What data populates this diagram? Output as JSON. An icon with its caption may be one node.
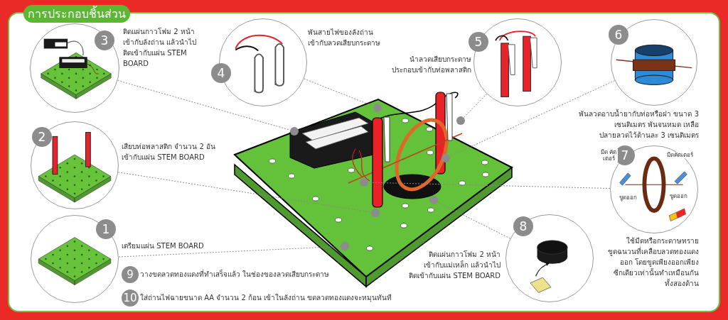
{
  "diagram": {
    "title": "การประกอบชิ้นส่วน",
    "nodes": [
      {
        "text": [
          "1"
        ],
        "beside": [
          "เตรียมแผ่น STEM BOARD"
        ]
      },
      {
        "text": [
          "2"
        ],
        "beside": [
          "เสียบท่อพลาสติก จำนวน 2 อัน เข้ากับแผ่น STEM BOARD"
        ]
      },
      {
        "text": [
          "3"
        ],
        "beside": [
          "ติดแผ่นกาวโฟม 2 หน้า เข้ากับลังถ่าน แล้วนำไป ติดเข้ากับแผ่น STEM BOARD"
        ]
      },
      {
        "text": [
          "4"
        ],
        "beside": [
          "พันสายไฟของลังถ่าน เข้ากับลวดเสียบกระดาษ"
        ]
      },
      {
        "text": [
          "5"
        ],
        "beside": [
          "นำลวดเสียบกระดาษ ประกอบเข้ากับท่อพลาสติก"
        ]
      },
      {
        "text": [
          "6"
        ],
        "beside": [
          "พันลวดอาบน้ำยากับท่อหรือฝา ขนาด 3 เซนติเมตร พันจนหมด เหลือ ปลายลวดไว้ด้านละ 3 เซนติเมตร"
        ]
      },
      {
        "text": [
          "7"
        ],
        "beside": [
          "ใช้มีดหรือกระดาษทราย ขูดฉนวนที่เคลือบลวดทองแดง ออก โดยขูดเพียงออกเพียง ซีกเดียวเท่านั้นทำเหมือนกัน ทั้งสองด้าน"
        ]
      },
      {
        "text": [
          "8"
        ],
        "beside": [
          "ติดแผ่นกาวโฟม 2 หน้า เข้ากับแม่เหล็ก แล้วนำไป ติดเข้ากับแผ่น STEM BOARD"
        ]
      },
      {
        "text": [
          "9"
        ],
        "beside": [
          "วางขดลวดทองแดงที่ทำเสร็จแล้ว ในช่องของลวดเสียบกระดาษ"
        ]
      },
      {
        "text": [
          "10"
        ],
        "beside": [
          "ใส่ถ่านไฟฉายขนาด AA จำนวน 2 ก้อน เข้าในลังถ่าน ขดลวดทองแดงจะหมุนทันที"
        ]
      },
      {
        "text": [],
        "shape": "circle"
      },
      {
        "text": [],
        "shape": "circle"
      },
      {
        "text": [],
        "shape": "circle"
      },
      {
        "text": [],
        "shape": "circle"
      },
      {
        "text": [],
        "shape": "circle"
      },
      {
        "text": [],
        "shape": "circle"
      },
      {
        "text": [],
        "shape": "circle"
      },
      {
        "text": [],
        "shape": "circle"
      }
    ],
    "edges": [
      {
        "from": 0,
        "to": 10,
        "arrow": "none",
        "style": "dashed"
      },
      {
        "from": 1,
        "to": 11,
        "arrow": "none",
        "style": "dashed"
      },
      {
        "from": 2,
        "to": 12,
        "arrow": "none",
        "style": "dashed"
      },
      {
        "from": 3,
        "to": 13,
        "arrow": "none",
        "style": "dashed"
      },
      {
        "from": 4,
        "to": 14,
        "arrow": "none",
        "style": "dashed"
      },
      {
        "from": 5,
        "to": 15,
        "arrow": "none",
        "style": "dashed"
      },
      {
        "from": 6,
        "to": 16,
        "arrow": "none",
        "style": "dashed"
      },
      {
        "from": 7,
        "to": 17,
        "arrow": "none",
        "style": "dashed"
      }
    ],
    "labels": [
      "มีด คัตเตอร์",
      "มีดคัตเตอร์",
      "ขูดออก",
      "ขูดออก"
    ]
  }
}
